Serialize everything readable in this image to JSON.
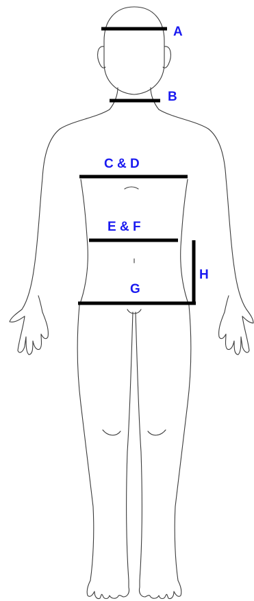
{
  "colors": {
    "label": "#1a1af0",
    "measure_line": "#000000",
    "outline": "#3a3a3a",
    "background": "#ffffff"
  },
  "labels": {
    "a": "A",
    "b": "B",
    "cd": "C & D",
    "ef": "E & F",
    "g": "G",
    "h": "H"
  }
}
